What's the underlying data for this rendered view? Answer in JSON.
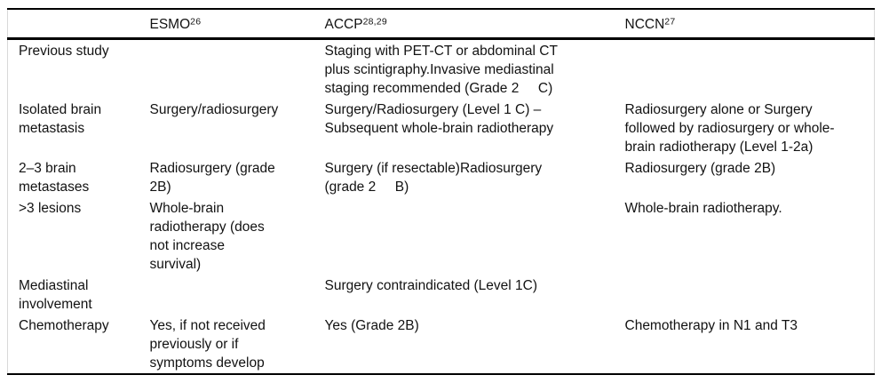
{
  "colors": {
    "background": "#ffffff",
    "text": "#121212",
    "rule": "#000000",
    "side_border": "#d9d9d9"
  },
  "table": {
    "columns": [
      {
        "label": "",
        "sup": ""
      },
      {
        "label": "ESMO",
        "sup": "26"
      },
      {
        "label": "ACCP",
        "sup": "28,29"
      },
      {
        "label": "NCCN",
        "sup": "27"
      }
    ],
    "rows": [
      {
        "label": "Previous study",
        "cells": [
          "",
          "Staging with PET-CT or abdominal CT\nplus scintigraphy.Invasive mediastinal\nstaging recommended (Grade 2     C)",
          ""
        ]
      },
      {
        "label": "Isolated brain\nmetastasis",
        "cells": [
          "Surgery/radiosurgery",
          "Surgery/Radiosurgery (Level 1 C) –\nSubsequent whole-brain radiotherapy",
          "Radiosurgery alone or Surgery\nfollowed by radiosurgery or whole-\nbrain radiotherapy (Level 1-2a)"
        ]
      },
      {
        "label": "2–3 brain\nmetastases",
        "cells": [
          "Radiosurgery (grade\n2B)",
          "Surgery (if resectable)Radiosurgery\n(grade 2     B)",
          "Radiosurgery (grade 2B)"
        ]
      },
      {
        "label": ">3 lesions",
        "cells": [
          "Whole-brain\nradiotherapy (does\nnot increase\nsurvival)",
          "",
          "Whole-brain radiotherapy."
        ]
      },
      {
        "label": "Mediastinal\ninvolvement",
        "cells": [
          "",
          "Surgery contraindicated (Level 1C)",
          ""
        ]
      },
      {
        "label": "Chemotherapy",
        "cells": [
          "Yes, if not received\npreviously or if\nsymptoms develop",
          "Yes (Grade 2B)",
          "Chemotherapy in N1 and T3"
        ]
      }
    ]
  }
}
